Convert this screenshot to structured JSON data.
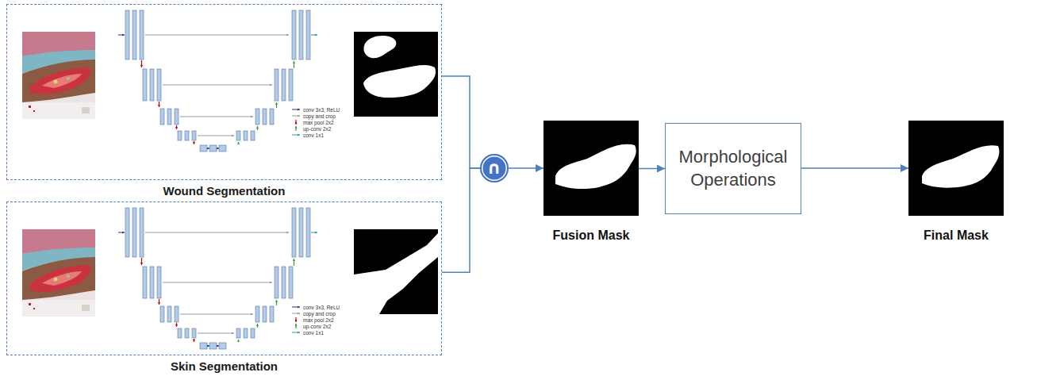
{
  "diagram": {
    "nodes": [
      {
        "text": [
          "Wound Segmentation"
        ]
      },
      {
        "text": [
          "Skin Segmentation"
        ]
      },
      {
        "text": [
          "∩"
        ]
      },
      {
        "text": [
          "Fusion Mask"
        ]
      },
      {
        "text": [
          "Morphological Operations"
        ]
      },
      {
        "text": [
          "Final Mask"
        ]
      }
    ],
    "edges": [
      {
        "from": 0,
        "to": 2,
        "arrow": "none"
      },
      {
        "from": 1,
        "to": 2,
        "arrow": "none"
      },
      {
        "from": 2,
        "to": 3,
        "arrow": "to"
      },
      {
        "from": 3,
        "to": 4,
        "arrow": "to"
      },
      {
        "from": 4,
        "to": 5,
        "arrow": "to"
      }
    ],
    "labels": [
      "conv 3x3, ReLU",
      "copy and crop",
      "max pool 2x2",
      "up-conv 2x2",
      "conv 1x1",
      "conv 3x3, ReLU",
      "copy and crop",
      "max pool 2x2",
      "up-conv 2x2",
      "conv 1x1"
    ]
  }
}
